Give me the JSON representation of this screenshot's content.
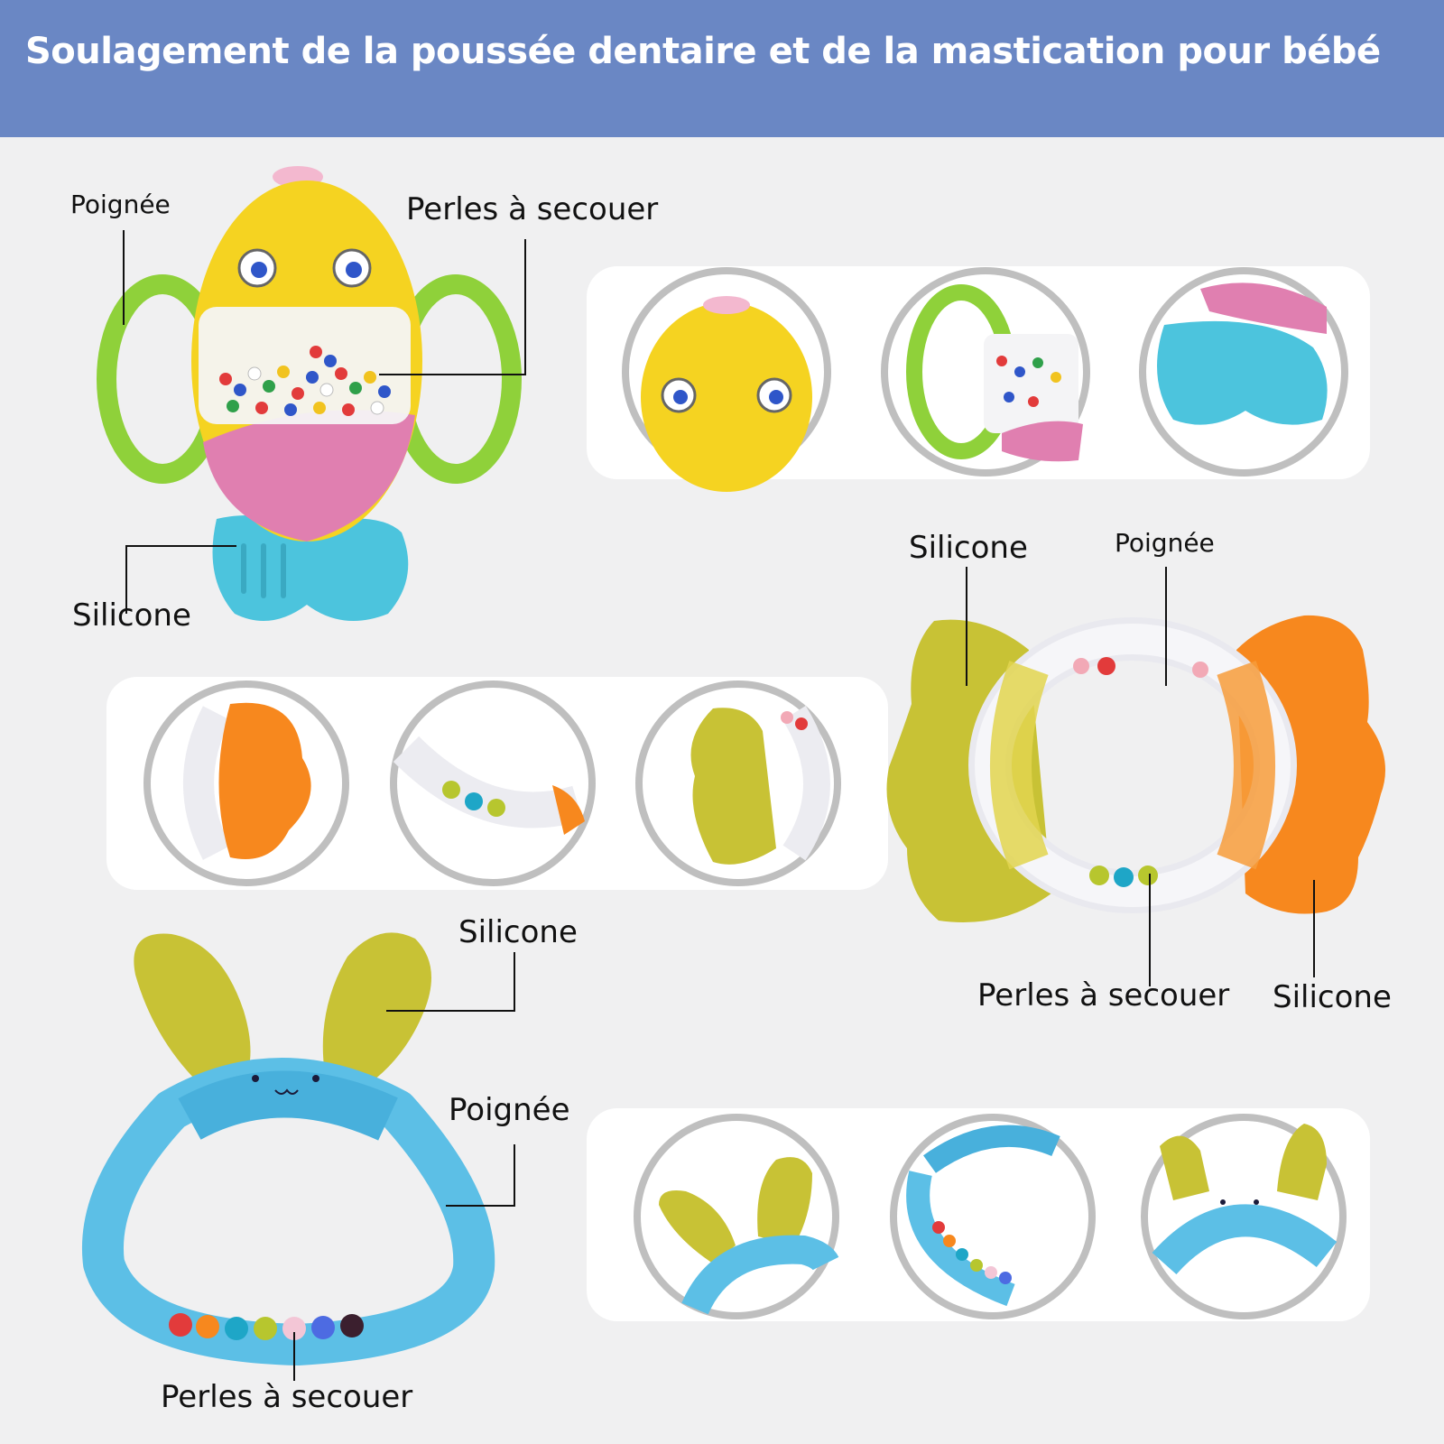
{
  "banner": {
    "title": "Soulagement de la poussée dentaire et de la mastication pour bébé",
    "color": "#6a87c4"
  },
  "toys": {
    "rattle_fish": {
      "handle_label": "Poignée",
      "beads_label": "Perles à secouer",
      "silicone_label": "Silicone"
    },
    "teether_ring": {
      "silicone_label_left": "Silicone",
      "handle_label": "Poignée",
      "beads_label": "Perles à secouer",
      "silicone_label_right": "Silicone"
    },
    "bunny_rattle": {
      "silicone_label": "Silicone",
      "handle_label": "Poignée",
      "beads_label": "Perles à secouer"
    }
  },
  "colors": {
    "yellow": "#f5d321",
    "pink": "#e07fb0",
    "green": "#8fd13a",
    "blue_silicone": "#4cc4dd",
    "orange": "#f7881e",
    "olive": "#c8c235",
    "bunny_blue": "#5cbfe6"
  }
}
